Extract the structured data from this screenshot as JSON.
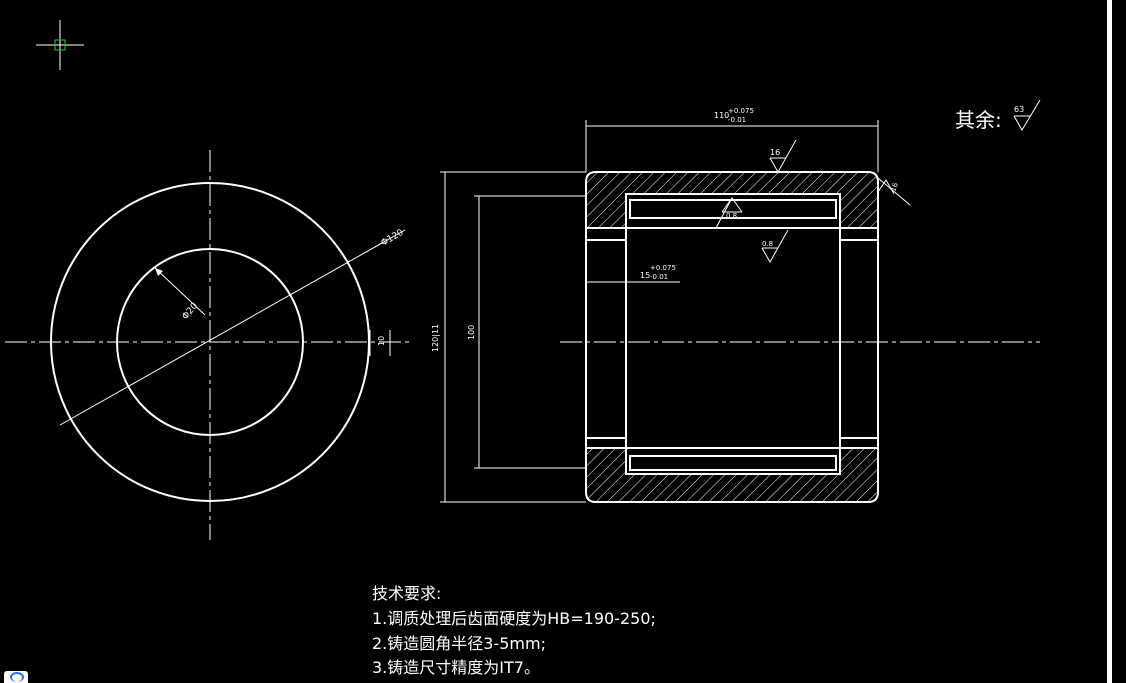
{
  "colors": {
    "background": "#000000",
    "lines": "#ffffff",
    "cursor": "#2ecc40"
  },
  "dimensions": {
    "outer_dia": "Φ120",
    "inner_dia": "Φ20",
    "wall": "10",
    "length_main": "110",
    "length_tol_upper": "+0.075",
    "length_tol_lower": "-0.01",
    "height_total": "120|11",
    "height_inner": "100",
    "groove": "15",
    "groove_tol_upper": "+0.075",
    "groove_tol_lower": "-0.01"
  },
  "roughness": {
    "top": "16",
    "right": "16",
    "inner1": "0.8",
    "inner2": "0.8",
    "rest_label": "其余:",
    "rest_value": "63"
  },
  "requirements": {
    "title": "技术要求:",
    "item1": "1.调质处理后齿面硬度为HB=190-250;",
    "item2": "2.铸造圆角半径3-5mm;",
    "item3": "3.铸造尺寸精度为IT7。"
  },
  "icons": [
    "crosshair-cursor-icon",
    "app-corner-icon"
  ]
}
